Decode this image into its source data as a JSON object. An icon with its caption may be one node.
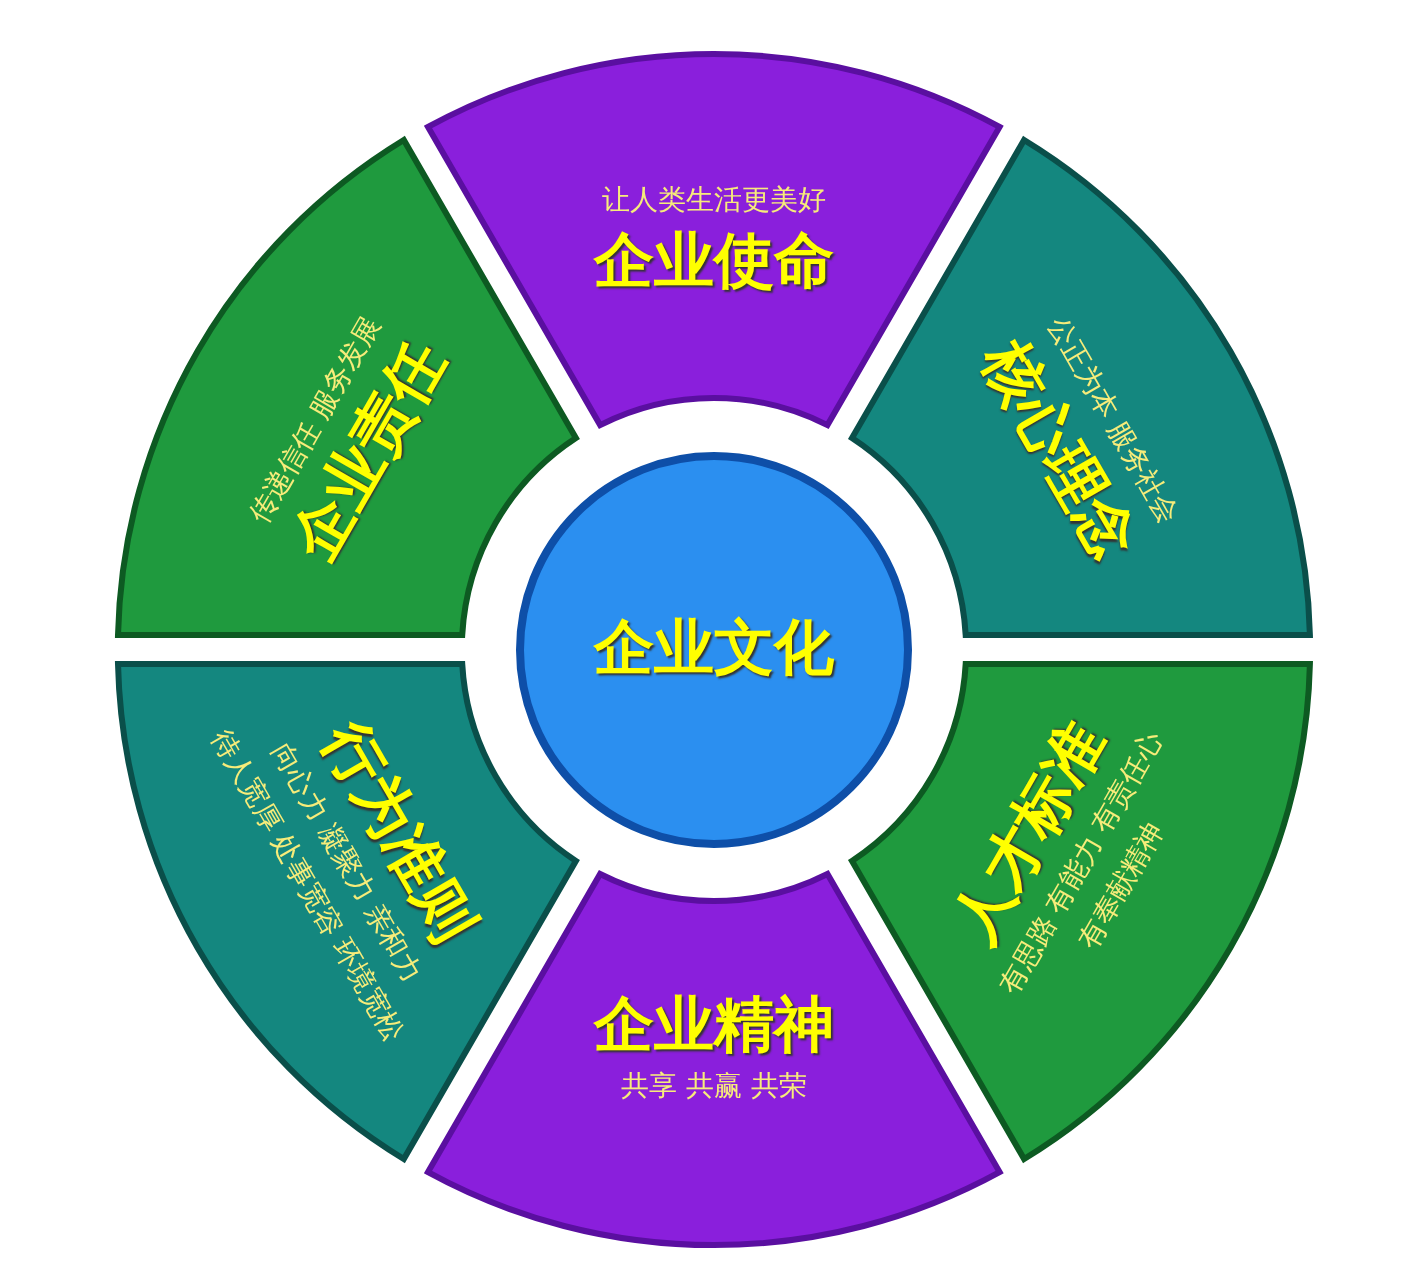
{
  "diagram": {
    "nodes": [
      {
        "text": [
          "让人类生活更美好",
          "企业使命"
        ]
      },
      {
        "text": [
          "传递信任 服务发展",
          "企业责任"
        ]
      },
      {
        "text": [
          "公正为本 服务社会",
          "核心理念"
        ]
      },
      {
        "text": [
          "企业文化"
        ]
      },
      {
        "text": [
          "行为准则",
          "向心力 凝聚力 亲和力",
          "待人宽厚 处事宽容 环境宽松"
        ]
      },
      {
        "text": [
          "人才标准",
          "有思路 有能力 有责任心",
          "有奉献精神"
        ]
      },
      {
        "text": [
          "企业精神",
          "共享 共赢 共荣"
        ]
      }
    ]
  }
}
